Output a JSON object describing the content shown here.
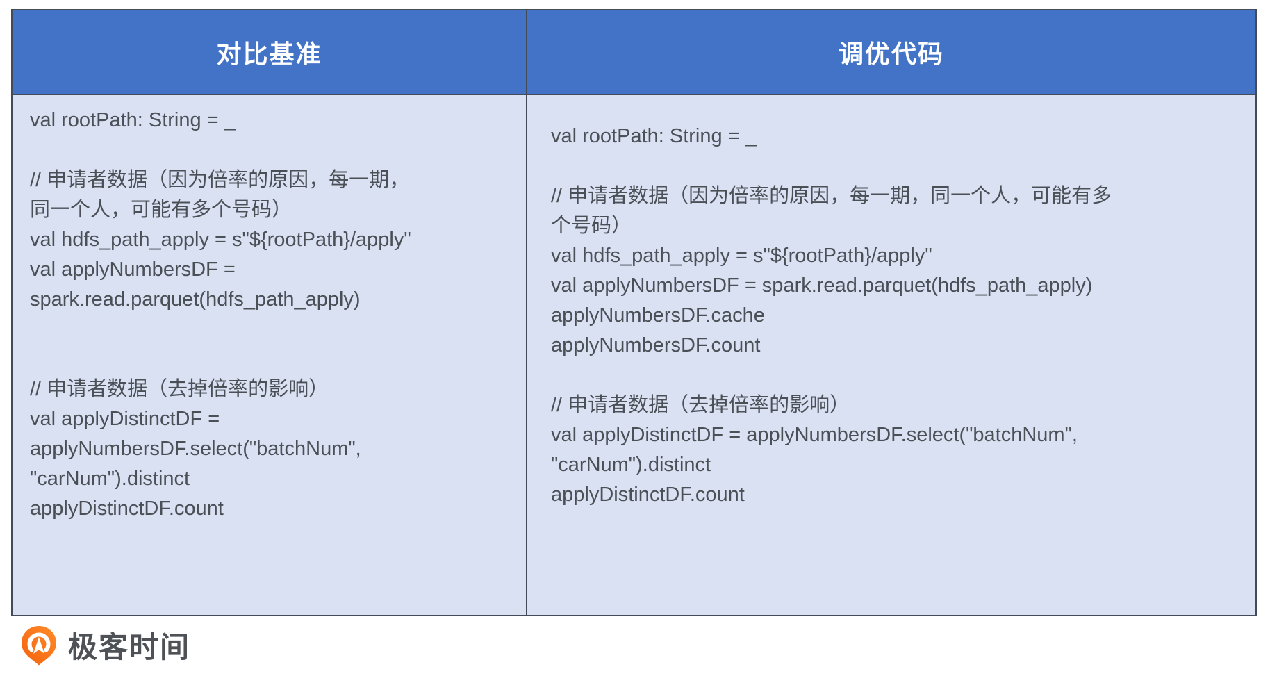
{
  "table": {
    "columns": [
      {
        "header": "对比基准",
        "code": "val rootPath: String = _\n\n// 申请者数据（因为倍率的原因，每一期，\n同一个人，可能有多个号码）\nval hdfs_path_apply = s\"${rootPath}/apply\"\nval applyNumbersDF =\nspark.read.parquet(hdfs_path_apply)\n\n\n// 申请者数据（去掉倍率的影响）\nval applyDistinctDF =\napplyNumbersDF.select(\"batchNum\",\n\"carNum\").distinct\napplyDistinctDF.count"
      },
      {
        "header": "调优代码",
        "code": "val rootPath: String = _\n\n// 申请者数据（因为倍率的原因，每一期，同一个人，可能有多\n个号码）\nval hdfs_path_apply = s\"${rootPath}/apply\"\nval applyNumbersDF = spark.read.parquet(hdfs_path_apply)\napplyNumbersDF.cache\napplyNumbersDF.count\n\n// 申请者数据（去掉倍率的影响）\nval applyDistinctDF = applyNumbersDF.select(\"batchNum\",\n\"carNum\").distinct\napplyDistinctDF.count"
      }
    ]
  },
  "footer": {
    "brand": "极客时间",
    "logo_icon": "geektime-pin-icon"
  },
  "colors": {
    "header_bg": "#4273C7",
    "cell_bg": "#D9E1F3",
    "border": "#434B59",
    "code_text": "#4B4F56",
    "header_text": "#FFFFFF",
    "brand_text": "#4E5256",
    "brand_orange": "#F4610D",
    "brand_orange_light": "#FF8B2A"
  }
}
